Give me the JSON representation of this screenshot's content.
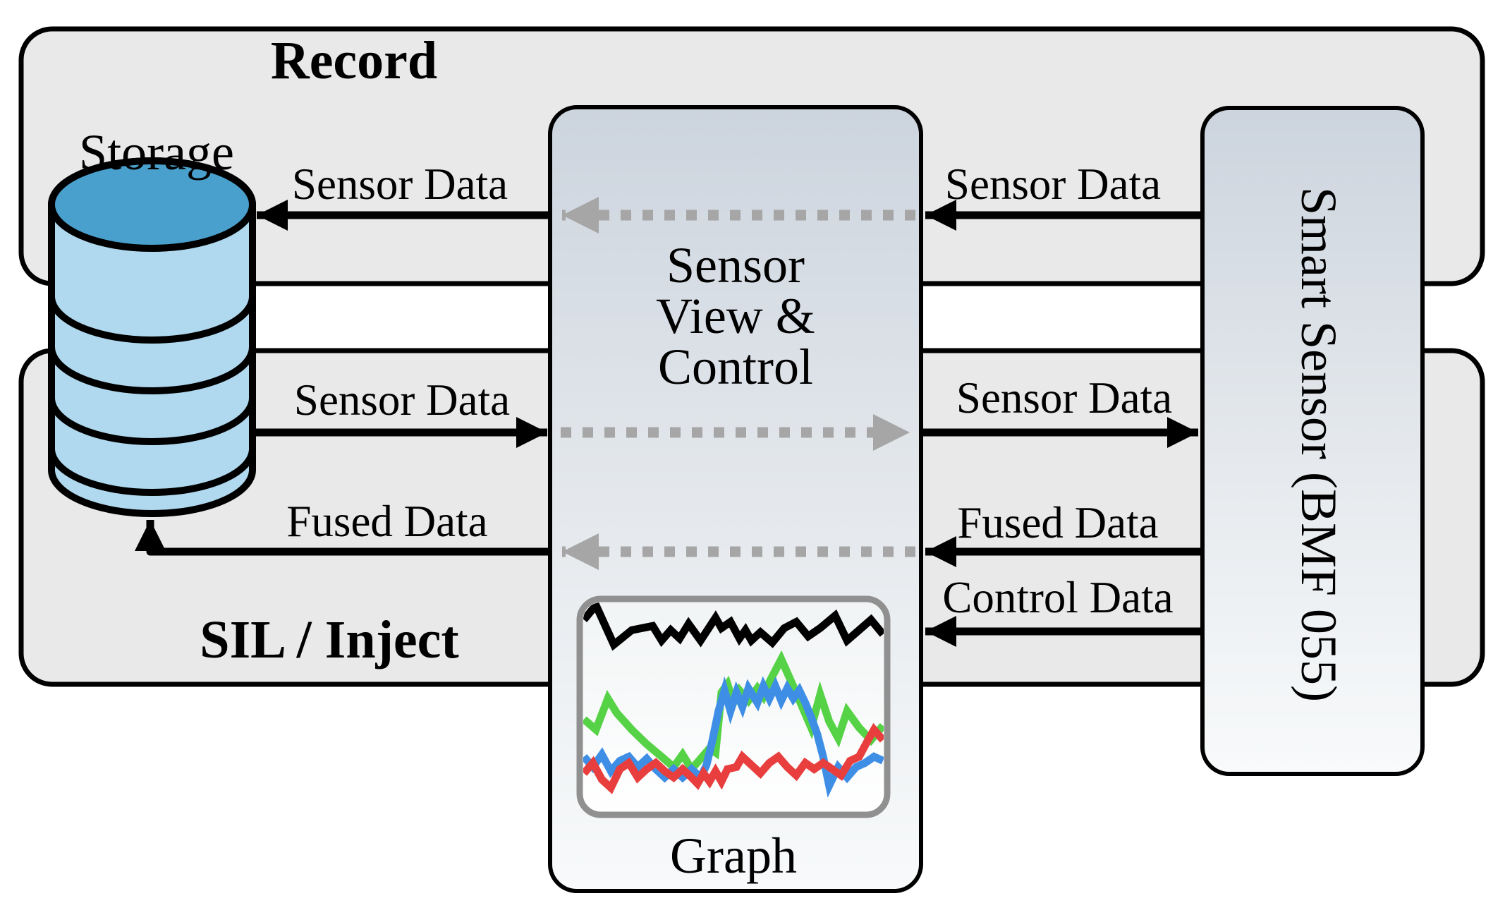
{
  "diagram": {
    "record_label": "Record",
    "sil_label": "SIL / Inject",
    "storage_label": "Storage",
    "center_box_lines": [
      "Sensor",
      "View &",
      "Control"
    ],
    "smart_sensor_label": "Smart Sensor (BMF 055)",
    "graph_label": "Graph",
    "flows": {
      "row1_left": "Sensor Data",
      "row1_right": "Sensor Data",
      "row2_left": "Sensor Data",
      "row2_right": "Sensor Data",
      "row3_left": "Fused Data",
      "row3_right": "Fused Data",
      "row4_right": "Control Data"
    },
    "colors": {
      "page_bg": "#ffffff",
      "band_fill": "#e9e9e9",
      "outline": "#000000",
      "gradient_top": "#ccd4de",
      "gradient_mid": "#e4e8ec",
      "gradient_bottom": "#f8fafb",
      "dotted_arrow": "#a6a6a6",
      "cylinder_top": "#4aa0cd",
      "cylinder_body": "#b0d9f0",
      "inset_border": "#909090",
      "inset_top": "#f1f4f5",
      "inset_bottom": "#ffffff"
    },
    "graph_inset": {
      "type": "line",
      "series": [
        {
          "name": "green",
          "color": "#55d245",
          "points": [
            [
              0,
              56
            ],
            [
              4,
              61
            ],
            [
              8,
              46
            ],
            [
              11,
              53
            ],
            [
              16,
              61
            ],
            [
              21,
              68
            ],
            [
              26,
              74
            ],
            [
              30,
              79
            ],
            [
              33,
              73
            ],
            [
              36,
              80
            ],
            [
              39,
              75
            ],
            [
              42,
              70
            ],
            [
              44,
              72
            ],
            [
              46,
              43
            ],
            [
              48,
              39
            ],
            [
              50,
              48
            ],
            [
              52,
              42
            ],
            [
              55,
              47
            ],
            [
              58,
              41
            ],
            [
              60,
              45
            ],
            [
              62,
              38
            ],
            [
              66,
              27
            ],
            [
              70,
              40
            ],
            [
              73,
              50
            ],
            [
              76,
              60
            ],
            [
              79,
              44
            ],
            [
              82,
              57
            ],
            [
              85,
              65
            ],
            [
              88,
              52
            ],
            [
              92,
              60
            ],
            [
              96,
              66
            ],
            [
              100,
              59
            ]
          ]
        },
        {
          "name": "blue",
          "color": "#3e8ee6",
          "points": [
            [
              0,
              74
            ],
            [
              3,
              79
            ],
            [
              6,
              73
            ],
            [
              9,
              81
            ],
            [
              12,
              76
            ],
            [
              15,
              74
            ],
            [
              18,
              79
            ],
            [
              21,
              75
            ],
            [
              24,
              80
            ],
            [
              27,
              84
            ],
            [
              30,
              80
            ],
            [
              33,
              84
            ],
            [
              36,
              80
            ],
            [
              39,
              84
            ],
            [
              41,
              78
            ],
            [
              43,
              66
            ],
            [
              45,
              52
            ],
            [
              47,
              42
            ],
            [
              49,
              52
            ],
            [
              51,
              43
            ],
            [
              53,
              50
            ],
            [
              55,
              41
            ],
            [
              58,
              48
            ],
            [
              60,
              40
            ],
            [
              62,
              46
            ],
            [
              64,
              40
            ],
            [
              66,
              47
            ],
            [
              68,
              41
            ],
            [
              70,
              46
            ],
            [
              72,
              42
            ],
            [
              74,
              48
            ],
            [
              76,
              55
            ],
            [
              78,
              63
            ],
            [
              80,
              74
            ],
            [
              82,
              88
            ],
            [
              85,
              79
            ],
            [
              88,
              84
            ],
            [
              91,
              79
            ],
            [
              94,
              77
            ],
            [
              97,
              74
            ],
            [
              100,
              76
            ]
          ]
        },
        {
          "name": "red",
          "color": "#e83e3e",
          "points": [
            [
              0,
              82
            ],
            [
              3,
              77
            ],
            [
              6,
              85
            ],
            [
              9,
              89
            ],
            [
              12,
              80
            ],
            [
              15,
              77
            ],
            [
              18,
              84
            ],
            [
              21,
              80
            ],
            [
              24,
              77
            ],
            [
              27,
              81
            ],
            [
              30,
              84
            ],
            [
              33,
              80
            ],
            [
              36,
              84
            ],
            [
              38,
              87
            ],
            [
              40,
              82
            ],
            [
              42,
              86
            ],
            [
              44,
              81
            ],
            [
              46,
              86
            ],
            [
              48,
              80
            ],
            [
              51,
              79
            ],
            [
              53,
              74
            ],
            [
              56,
              78
            ],
            [
              59,
              82
            ],
            [
              62,
              77
            ],
            [
              65,
              74
            ],
            [
              68,
              79
            ],
            [
              71,
              83
            ],
            [
              74,
              77
            ],
            [
              77,
              80
            ],
            [
              80,
              77
            ],
            [
              83,
              80
            ],
            [
              86,
              83
            ],
            [
              89,
              76
            ],
            [
              92,
              74
            ],
            [
              95,
              66
            ],
            [
              97,
              61
            ],
            [
              100,
              66
            ]
          ]
        },
        {
          "name": "black",
          "color": "#000000",
          "points": [
            [
              0,
              8
            ],
            [
              4,
              1
            ],
            [
              10,
              20
            ],
            [
              16,
              13
            ],
            [
              23,
              11
            ],
            [
              26,
              18
            ],
            [
              29,
              13
            ],
            [
              32,
              17
            ],
            [
              35,
              10
            ],
            [
              39,
              18
            ],
            [
              44,
              7
            ],
            [
              46,
              12
            ],
            [
              49,
              9
            ],
            [
              52,
              17
            ],
            [
              54,
              13
            ],
            [
              56,
              18
            ],
            [
              59,
              14
            ],
            [
              63,
              19
            ],
            [
              67,
              12
            ],
            [
              71,
              9
            ],
            [
              75,
              16
            ],
            [
              79,
              12
            ],
            [
              84,
              6
            ],
            [
              88,
              18
            ],
            [
              92,
              13
            ],
            [
              96,
              8
            ],
            [
              100,
              15
            ]
          ]
        }
      ]
    }
  }
}
